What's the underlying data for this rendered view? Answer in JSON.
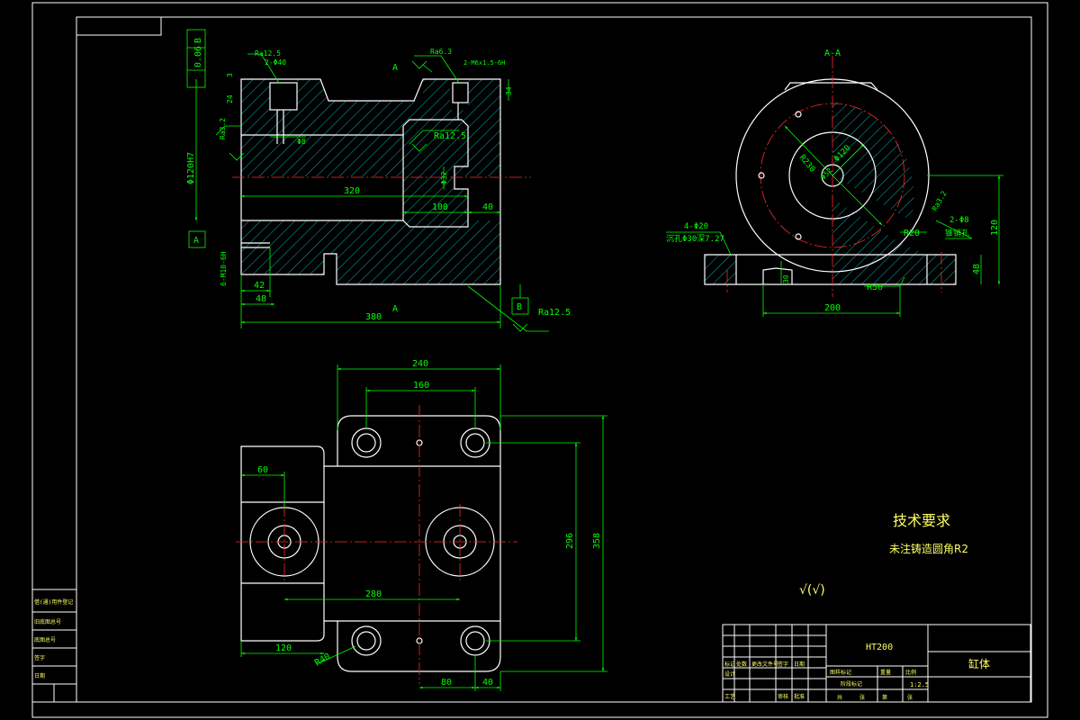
{
  "section_view": {
    "label_A": "A",
    "roughness_top_left": "Ra12.5",
    "note_top_left": "2-Φ40",
    "roughness_top_mid": "Ra6.3",
    "note_top_mid": "2-M6x1.5-6H",
    "dim_top_right": "34",
    "roughness_slot": "Ra12.5",
    "dim_320": "320",
    "dim_100": "100",
    "dim_40": "40",
    "dim_42": "42",
    "dim_48": "48",
    "dim_380": "380",
    "dim_phi8": "Φ8",
    "dim_phi32": "Φ32",
    "left_fit": "Φ120H7",
    "left_tolerance": "0.06",
    "left_datum_ref": "B",
    "left_datum": "A",
    "left_thread": "6-M10-6H",
    "left_dim_3": "3",
    "left_dim_24": "24",
    "left_roughness": "Ra3.2",
    "bottom_datum": "B",
    "bottom_roughness": "Ra12.5",
    "bottom_A": "A"
  },
  "circle_view": {
    "title": "A-A",
    "dim_r230": "R230",
    "dim_phi120": "Φ120",
    "dim_phi52": "Φ52",
    "dim_r20": "R20",
    "dim_r50": "R50",
    "dim_120": "120",
    "dim_48": "48",
    "dim_200": "200",
    "dim_30": "30",
    "note_holes_line1": "4-Φ20",
    "note_holes_line2": "沉孔Φ30深7.27",
    "note_pin_line1": "2-Φ8",
    "note_pin_line2": "锥销孔",
    "roughness": "Ra3.2"
  },
  "plan_view": {
    "dim_240": "240",
    "dim_160": "160",
    "dim_60": "60",
    "dim_280": "280",
    "dim_120": "120",
    "dim_296": "296",
    "dim_358": "358",
    "dim_r40": "R40",
    "dim_80": "80",
    "dim_40": "40"
  },
  "notes": {
    "heading": "技术要求",
    "line1": "未注铸造圆角R2",
    "roughness_symbol": "√(√)"
  },
  "title_block": {
    "material": "HT200",
    "part_name": "缸体",
    "scale": "1:2.5",
    "labels": [
      "标记",
      "处数",
      "更改文件号",
      "签字",
      "日期",
      "设计",
      "审核",
      "工艺",
      "图样标记",
      "重量",
      "比例",
      "共",
      "张",
      "第",
      "张",
      "批准",
      "阶段标记"
    ]
  },
  "side_stamp": {
    "rows": [
      "借(通)用件登记",
      "旧底图总号",
      "底图总号",
      "签字",
      "日期"
    ]
  }
}
